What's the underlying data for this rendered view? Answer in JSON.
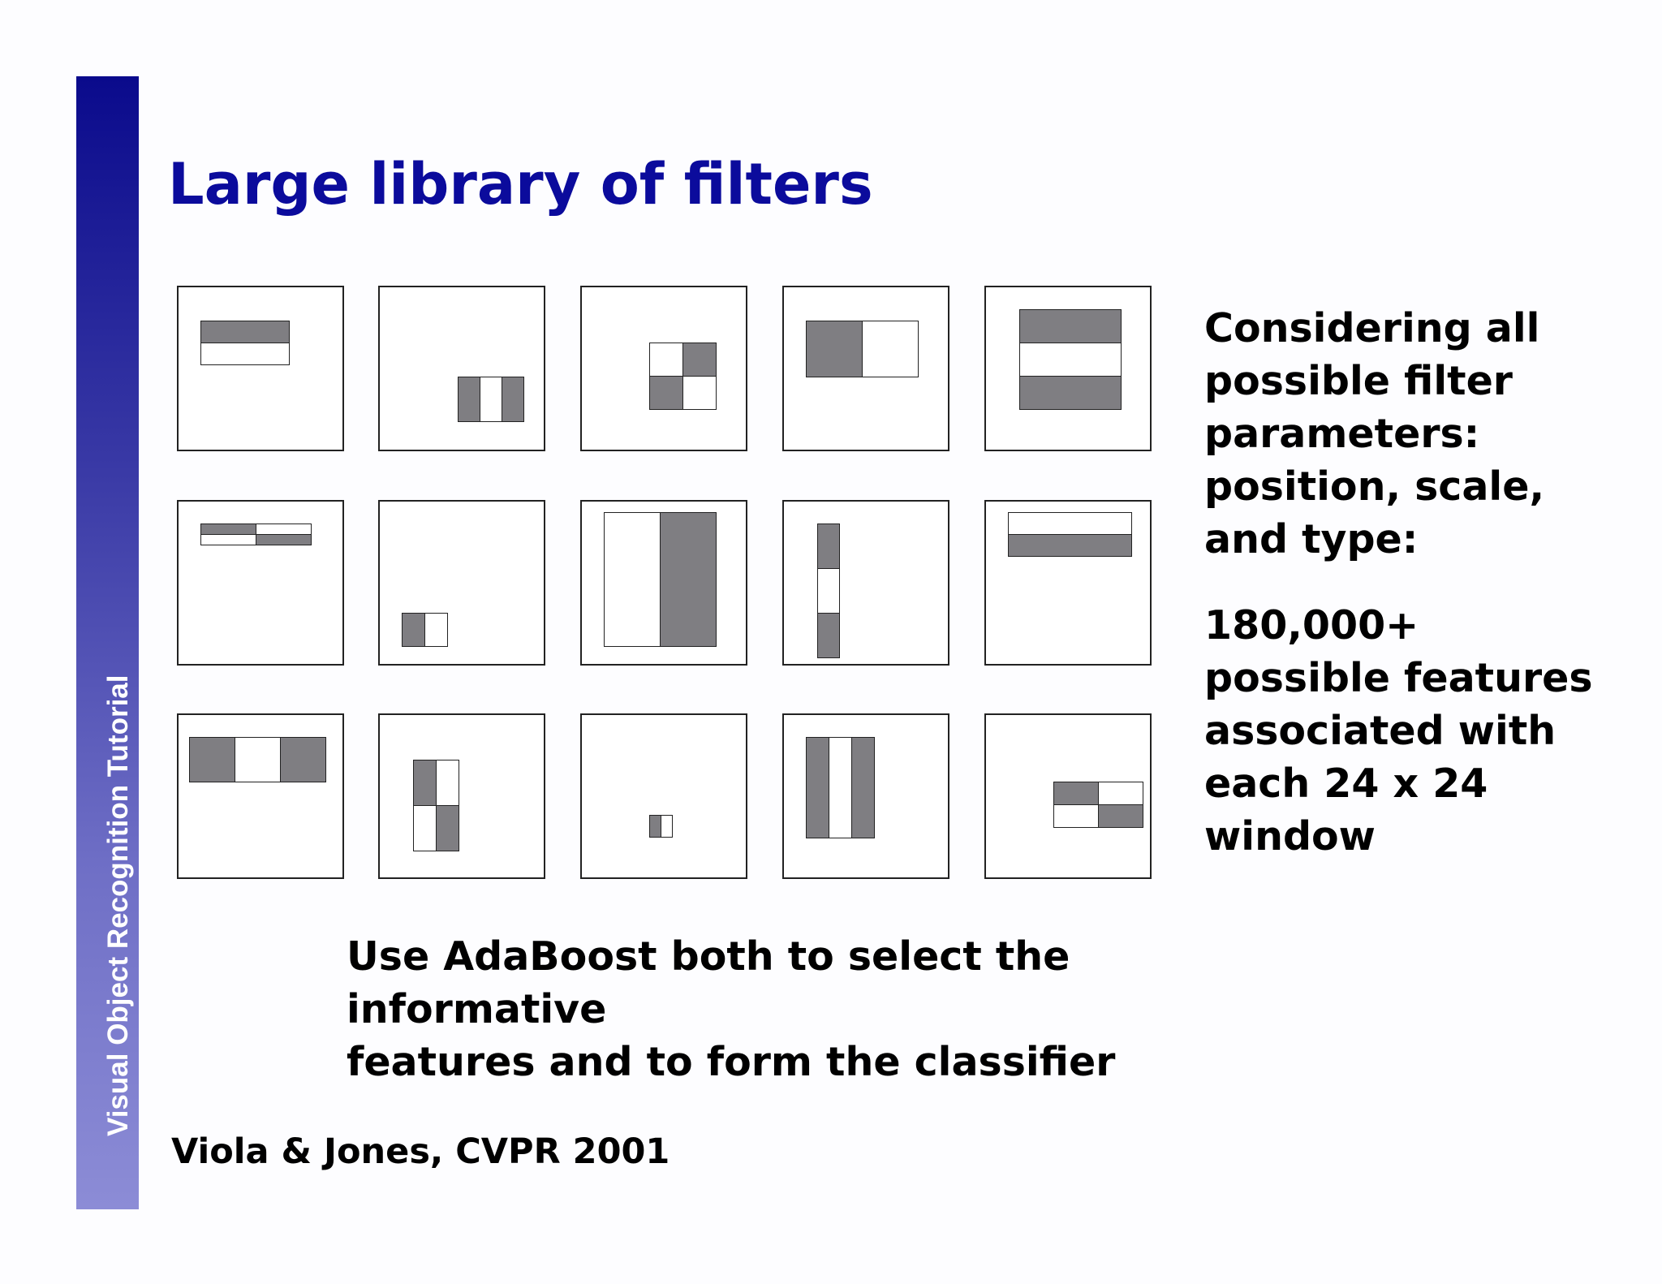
{
  "sidebar": {
    "label": "Visual Object Recognition Tutorial"
  },
  "slide": {
    "title": "Large library of filters",
    "side_text": {
      "paragraph1": "Considering all\npossible filter\nparameters:\nposition, scale,\nand type:",
      "paragraph2": "180,000+\npossible features\nassociated with\neach 24 x 24\nwindow"
    },
    "bottom_text": "Use AdaBoost both to select the informative\nfeatures and to form the classifier",
    "citation": "Viola & Jones, CVPR 2001"
  },
  "colors": {
    "title": "#0b0b9c",
    "sidebar_top": "#0a0a8c",
    "sidebar_bottom": "#8c8cd6",
    "filter_dark": "#7f7e82",
    "filter_light": "#ffffff"
  },
  "filter_grid": {
    "rows": 3,
    "columns": 5,
    "count": 15
  }
}
